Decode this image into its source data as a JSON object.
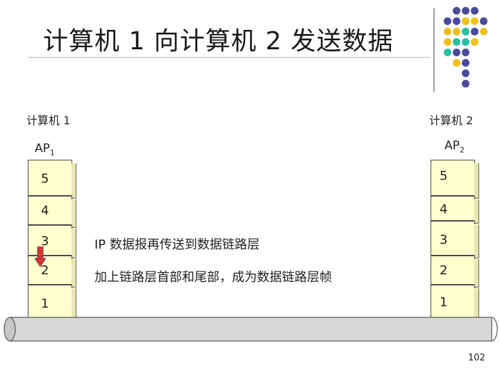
{
  "title": "计算机 1 向计算机 2 发送数据",
  "left": {
    "computer_label": "计算机 1",
    "ap_main": "AP",
    "ap_sub": "1",
    "layers": [
      "5",
      "4",
      "3",
      "2",
      "1"
    ]
  },
  "right": {
    "computer_label": "计算机 2",
    "ap_main": "AP",
    "ap_sub": "2",
    "layers": [
      "5",
      "4",
      "3",
      "2",
      "1"
    ]
  },
  "notes": {
    "layer3": "IP 数据报再传送到数据链路层",
    "layer2": "加上链路层首部和尾部，成为数据链路层帧"
  },
  "page_number": "102",
  "colors": {
    "block_fill": "#ffffd0",
    "arrow": "#e03030",
    "dot_purple": "#4a4a9c",
    "dot_yellow": "#f0c020",
    "dot_teal": "#28c0a0"
  }
}
